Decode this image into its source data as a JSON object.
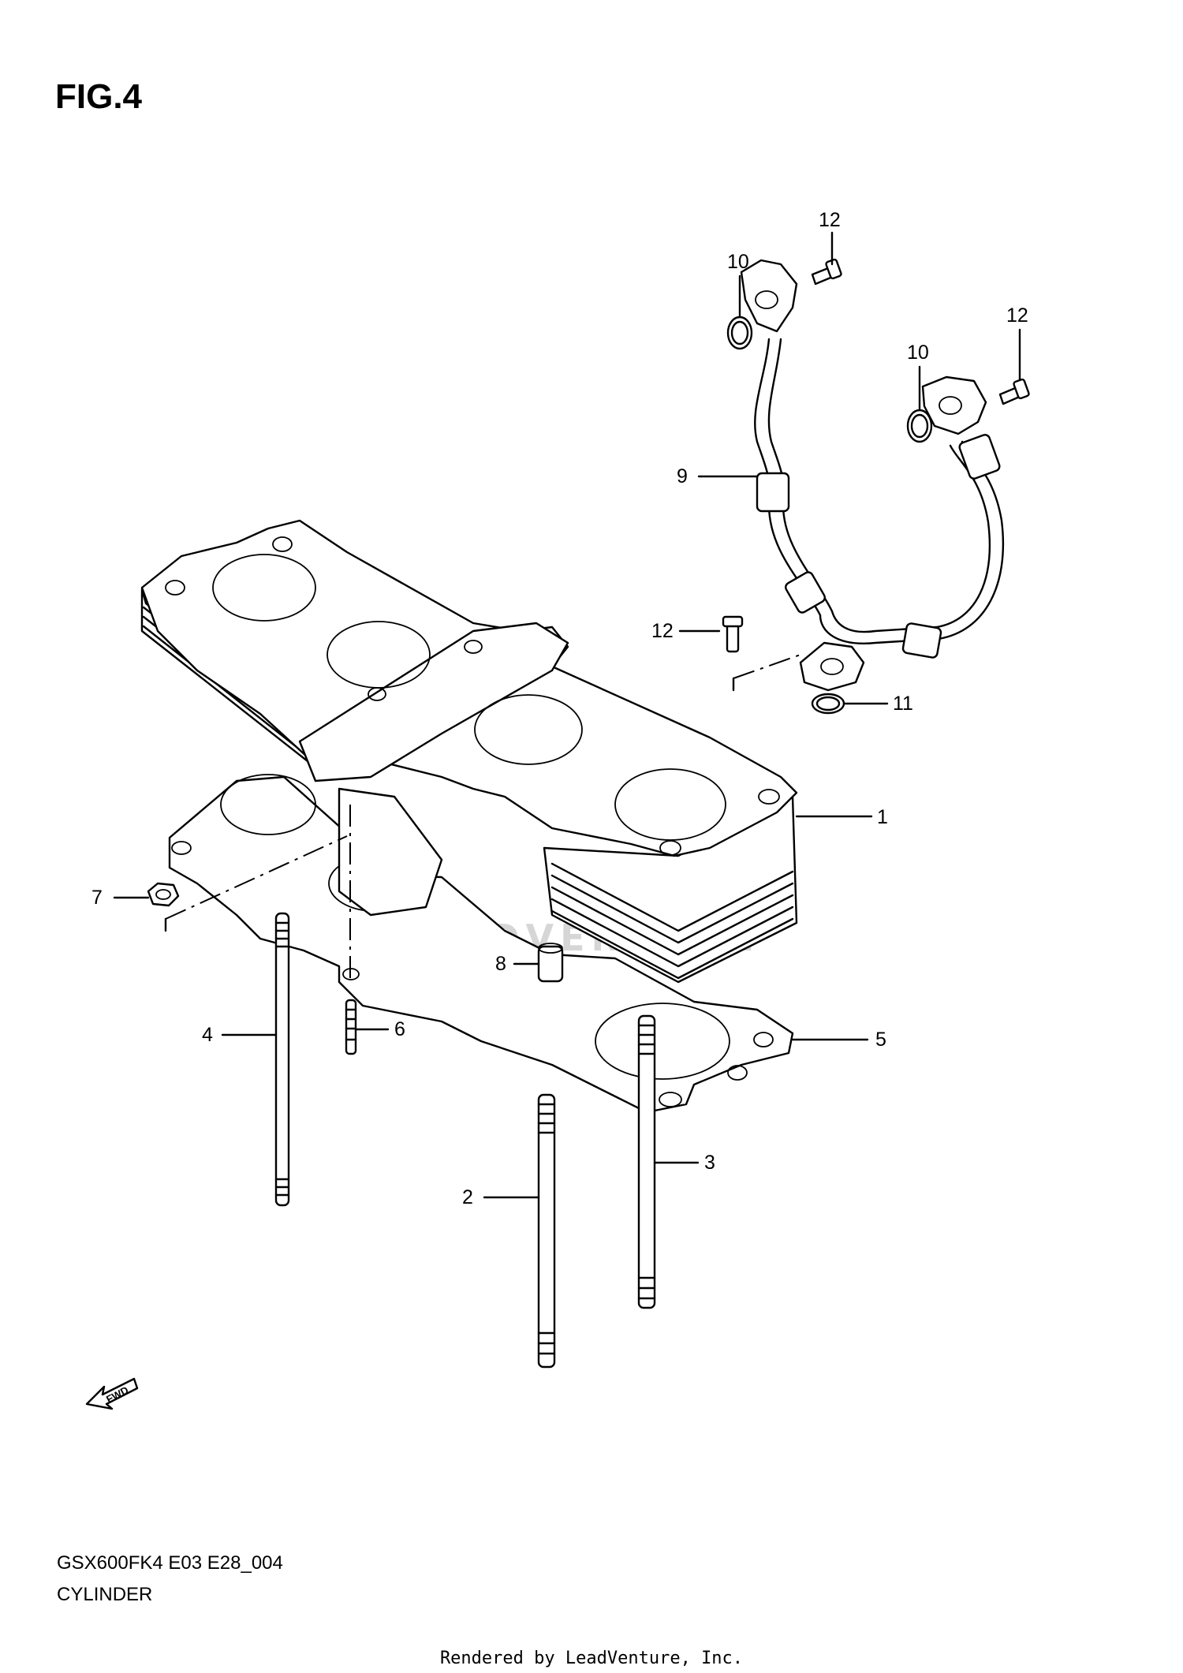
{
  "figure": {
    "title": "FIG.4",
    "model_code": "GSX600FK4 E03 E28_004",
    "section_name": "CYLINDER",
    "rendered_by": "Rendered by LeadVenture, Inc.",
    "watermark": "LEADVENTURE",
    "fwd_label": "FWD"
  },
  "callouts": [
    {
      "id": "1",
      "part": "cylinder"
    },
    {
      "id": "2",
      "part": "stud-long"
    },
    {
      "id": "3",
      "part": "stud-rear"
    },
    {
      "id": "4",
      "part": "stud-left"
    },
    {
      "id": "5",
      "part": "cylinder-base-gasket"
    },
    {
      "id": "6",
      "part": "stud-short"
    },
    {
      "id": "7",
      "part": "nut"
    },
    {
      "id": "8",
      "part": "dowel-pin"
    },
    {
      "id": "9",
      "part": "oil-hose"
    },
    {
      "id": "10",
      "part": "o-ring"
    },
    {
      "id": "10",
      "part": "o-ring-right"
    },
    {
      "id": "11",
      "part": "o-ring-lower"
    },
    {
      "id": "12",
      "part": "bolt"
    },
    {
      "id": "12",
      "part": "bolt-right"
    },
    {
      "id": "12",
      "part": "bolt-lower"
    }
  ],
  "colors": {
    "line": "#000000",
    "background": "#ffffff",
    "watermark": "#d6d6d6"
  }
}
